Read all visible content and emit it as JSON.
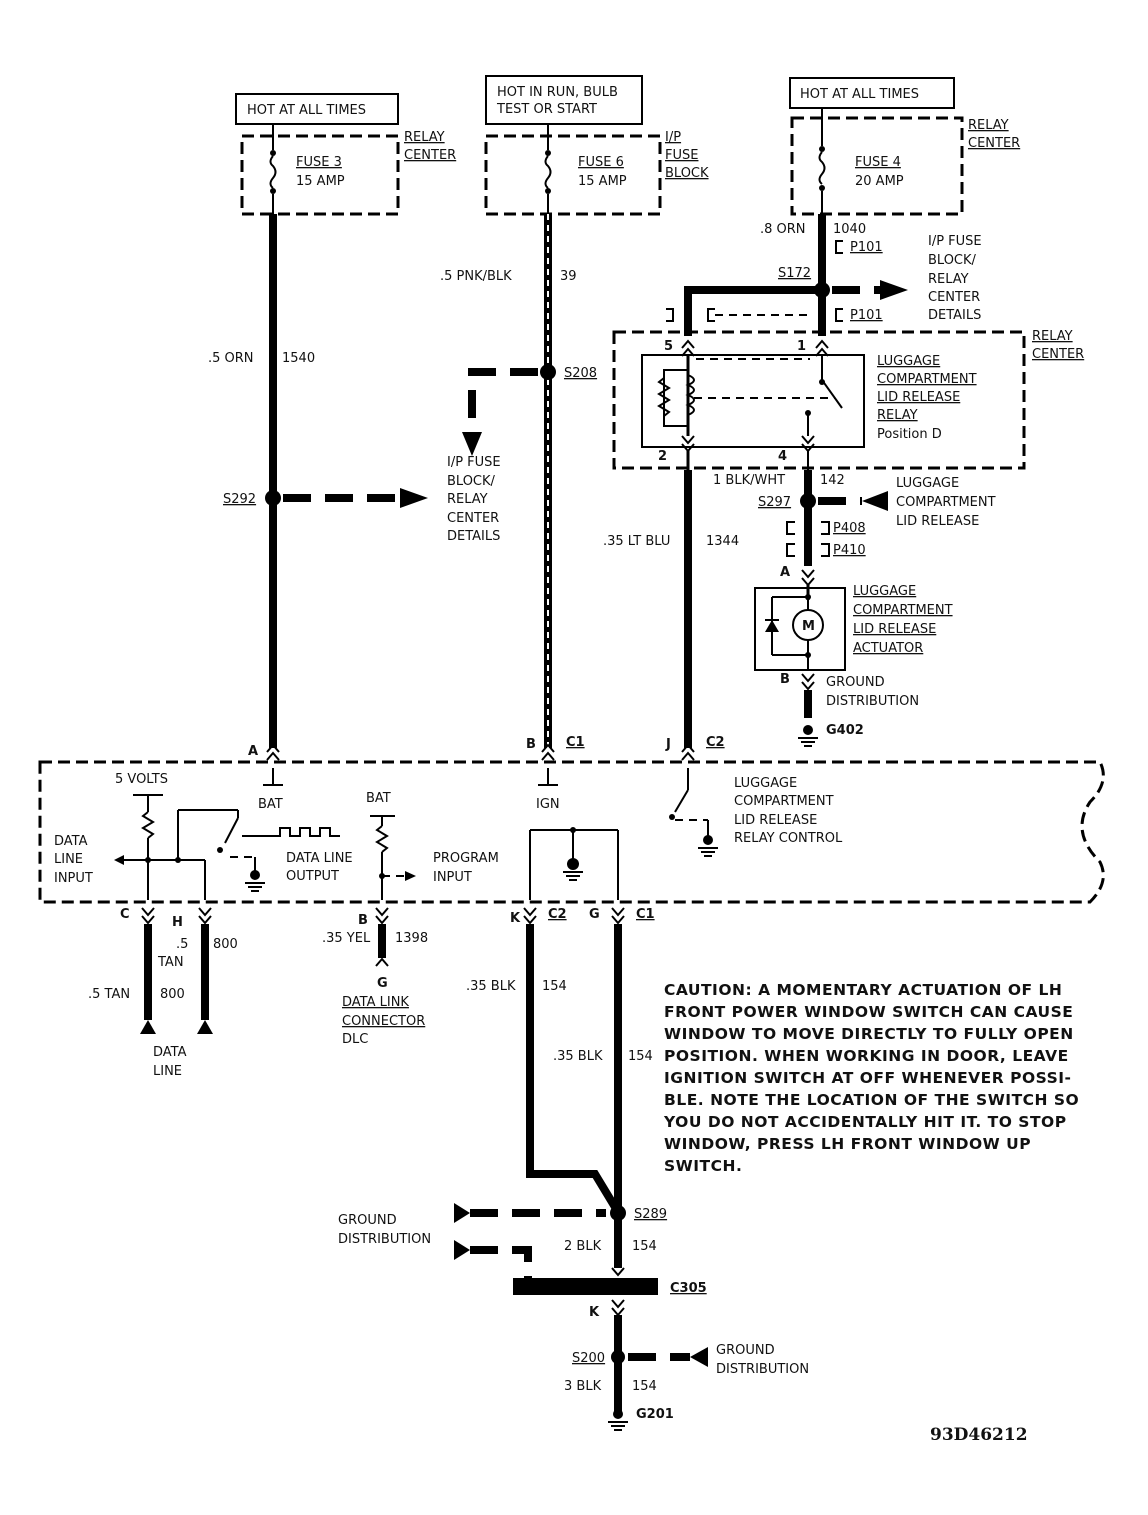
{
  "diagram_code": "93D46212",
  "power": {
    "src1": {
      "label": "HOT AT ALL TIMES",
      "loc": [
        "RELAY",
        "CENTER"
      ],
      "fuse": "FUSE 3",
      "amp": "15 AMP",
      "wire_size": ".5 ORN",
      "circuit": "1540",
      "splice": "S292"
    },
    "src2": {
      "label": [
        "HOT IN RUN, BULB",
        "TEST OR START"
      ],
      "loc": [
        "I/P",
        "FUSE",
        "BLOCK"
      ],
      "fuse": "FUSE 6",
      "amp": "15 AMP",
      "wire_size": ".5 PNK/BLK",
      "circuit": "39",
      "splice": "S208"
    },
    "src3": {
      "label": "HOT AT ALL TIMES",
      "loc": [
        "RELAY",
        "CENTER"
      ],
      "fuse": "FUSE 4",
      "amp": "20 AMP",
      "wire_size": ".8 ORN",
      "circuit": "1040",
      "splice": "S172"
    }
  },
  "ip_details": [
    "I/P FUSE",
    "BLOCK/",
    "RELAY",
    "CENTER",
    "DETAILS"
  ],
  "connectors": {
    "p101a": "P101",
    "p101b": "P101",
    "p408": "P408",
    "p410": "P410"
  },
  "relay": {
    "box_label": [
      "RELAY",
      "CENTER"
    ],
    "name": [
      "LUGGAGE",
      "COMPARTMENT",
      "LID RELEASE",
      "RELAY"
    ],
    "position": "Position D",
    "pins": [
      "5",
      "1",
      "2",
      "4"
    ]
  },
  "relay_out": {
    "wire_size": ".35 LT BLU",
    "circuit": "1344"
  },
  "release_wire": {
    "wire_size": "1 BLK/WHT",
    "circuit": "142",
    "splice": "S297",
    "label": [
      "LUGGAGE",
      "COMPARTMENT",
      "LID RELEASE"
    ]
  },
  "actuator": {
    "name": [
      "LUGGAGE",
      "COMPARTMENT",
      "LID RELEASE",
      "ACTUATOR"
    ],
    "pin_a": "A",
    "pin_b": "B",
    "motor": "M",
    "gnd": [
      "GROUND",
      "DISTRIBUTION"
    ],
    "ground": "G402"
  },
  "module": {
    "pins_top": {
      "a": "A",
      "b": "B",
      "c1": "C1",
      "j": "J",
      "c2": "C2"
    },
    "bat": "BAT",
    "ign": "IGN",
    "five_volts": "5 VOLTS",
    "data_line_input": [
      "DATA",
      "LINE",
      "INPUT"
    ],
    "data_line_output": [
      "DATA LINE",
      "OUTPUT"
    ],
    "bat2": "BAT",
    "program_input": [
      "PROGRAM",
      "INPUT"
    ],
    "relay_control": [
      "LUGGAGE",
      "COMPARTMENT",
      "LID RELEASE",
      "RELAY CONTROL"
    ],
    "pins_bottom": {
      "c": "C",
      "h": "H",
      "b": "B",
      "k": "K",
      "c2": "C2",
      "g": "G",
      "c1": "C1"
    }
  },
  "data_line": {
    "left_wire": {
      "wire_size": ".5 TAN",
      "circuit": "800"
    },
    "right_wire": {
      "wire_size": [
        ".5",
        "TAN"
      ],
      "circuit": "800"
    },
    "label": [
      "DATA",
      "LINE"
    ]
  },
  "dlc": {
    "wire_size": ".35 YEL",
    "circuit": "1398",
    "pin": "G",
    "name": [
      "DATA LINK",
      "CONNECTOR",
      "DLC"
    ]
  },
  "ground_wires": {
    "k_wire": {
      "wire_size": ".35 BLK",
      "circuit": "154"
    },
    "g_wire": {
      "wire_size": ".35 BLK",
      "circuit": "154"
    },
    "s289": "S289",
    "gnd_dist_left": [
      "GROUND",
      "DISTRIBUTION"
    ],
    "wire2": {
      "wire_size": "2 BLK",
      "circuit": "154"
    },
    "c305": "C305",
    "k_pin": "K",
    "s200": "S200",
    "gnd_dist_right": [
      "GROUND",
      "DISTRIBUTION"
    ],
    "wire3": {
      "wire_size": "3 BLK",
      "circuit": "154"
    },
    "ground": "G201"
  },
  "caution": [
    "CAUTION: A MOMENTARY ACTUATION OF LH",
    "FRONT POWER WINDOW SWITCH CAN CAUSE",
    "WINDOW TO MOVE DIRECTLY TO FULLY OPEN",
    "POSITION. WHEN WORKING IN DOOR, LEAVE",
    "IGNITION SWITCH AT OFF WHENEVER POSSI-",
    "BLE. NOTE THE LOCATION OF THE SWITCH SO",
    "YOU DO NOT ACCIDENTALLY HIT IT. TO STOP",
    "WINDOW, PRESS LH FRONT WINDOW UP",
    "SWITCH."
  ]
}
